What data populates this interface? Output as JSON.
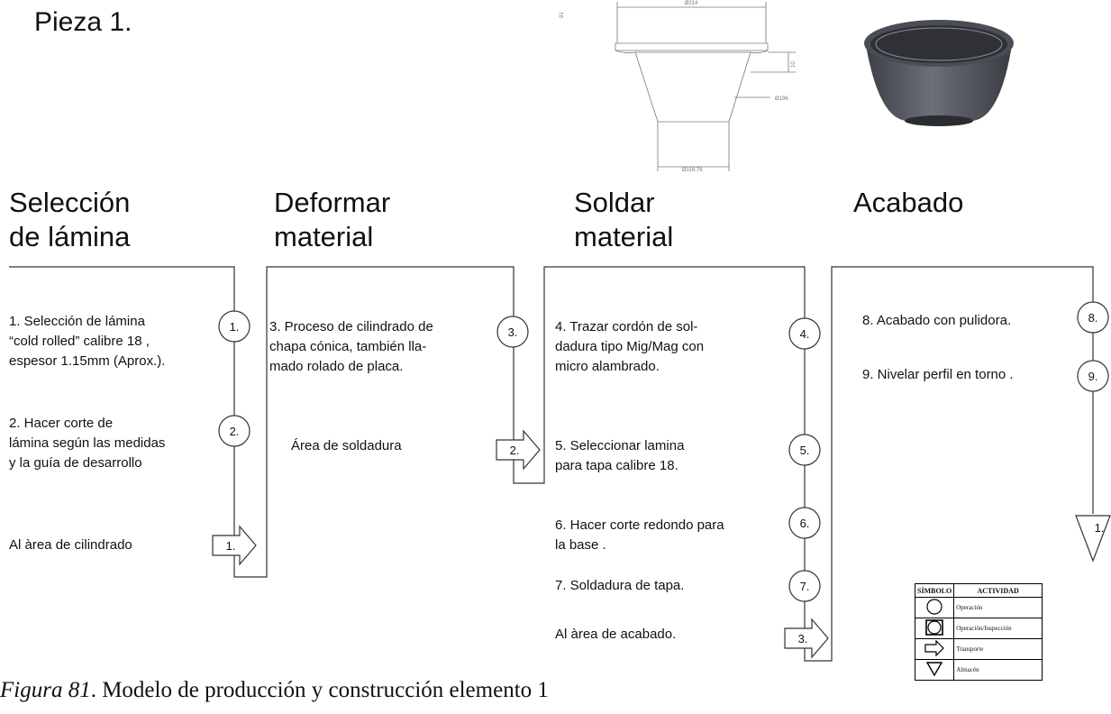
{
  "header": {
    "piece_title": "Pieza 1."
  },
  "drawing": {
    "dim_top": "Ø214",
    "dim_side": "91",
    "dim_ten": "10",
    "dim_mid": "Ø196",
    "dim_bottom": "Ø116,76"
  },
  "stages": [
    {
      "title": "Selección\nde lámina"
    },
    {
      "title": "Deformar\nmaterial"
    },
    {
      "title": "Soldar\n material"
    },
    {
      "title": "Acabado"
    }
  ],
  "steps": {
    "s1": "1.   Selección de lámina\n“cold rolled” calibre 18 ,\nespesor 1.15mm (Aprox.).",
    "s2": "2.   Hacer corte de\nlámina según las medidas\ny la guía de desarrollo",
    "t1_label": "Al àrea de cilindrado",
    "s3": "3.   Proceso de cilindrado de\nchapa cónica, también lla-\nmado rolado de placa.",
    "t2_label": "Área  de soldadura",
    "s4": "4.   Trazar cordón de sol-\ndadura tipo Mig/Mag con\nmicro alambrado.",
    "s5": "5.   Seleccionar lamina\npara tapa calibre 18.",
    "s6": "6.   Hacer corte redondo  para\nla base .",
    "s7": "7.   Soldadura de tapa.",
    "t3_label": "Al àrea de acabado.",
    "s8": "8.   Acabado con pulidora.",
    "s9": "9.   Nivelar perfil en torno ."
  },
  "symbols": {
    "c1": "1.",
    "c2": "2.",
    "c3": "3.",
    "c4": "4.",
    "c5": "5.",
    "c6": "6.",
    "c7": "7.",
    "c8": "8.",
    "c9": "9.",
    "a1": "1.",
    "a2": "2.",
    "a3": "3.",
    "store1": "1."
  },
  "legend": {
    "header_symbol": "SÍMBOLO",
    "header_activity": "ACTIVIDAD",
    "rows": [
      "Operación",
      "Operación/Inspección",
      "Transporte",
      "Almacén"
    ]
  },
  "caption": {
    "figure": "Figura 81",
    "text": ". Modelo de producción y construcción elemento 1"
  }
}
